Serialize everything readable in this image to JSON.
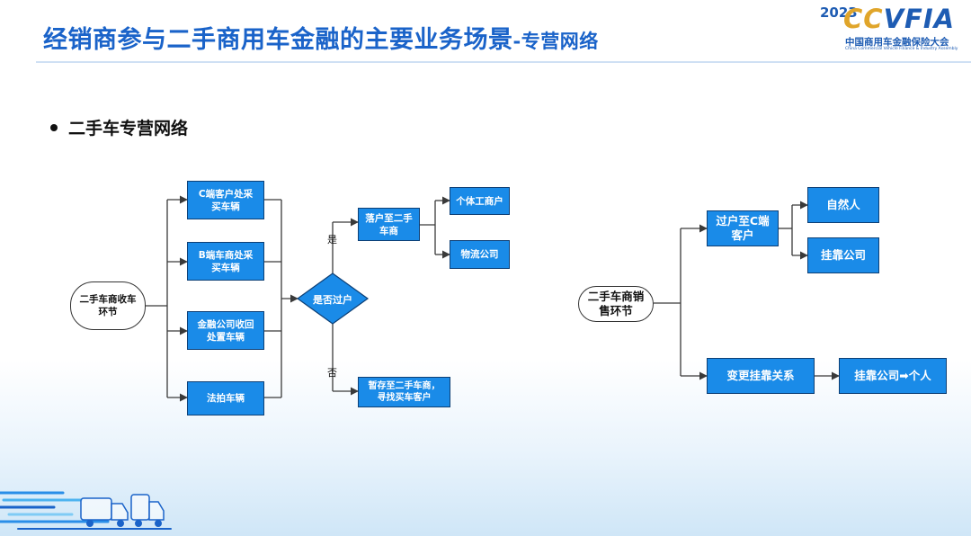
{
  "header": {
    "title": "经销商参与二手商用车金融的主要业务场景",
    "title_suffix": "-专营网络"
  },
  "logo": {
    "year": "2023",
    "word_a": "CC",
    "word_b": "VFIA",
    "cn": "中国商用车金融保险大会",
    "en": "China Commercial Vehicle Finance & Industry Assembly"
  },
  "section": {
    "bullet": "二手车专营网络"
  },
  "left_flow": {
    "start": "二手车商收车\n环节",
    "sources": [
      "C端客户处采\n买车辆",
      "B端车商处采\n买车辆",
      "金融公司收回\n处置车辆",
      "法拍车辆"
    ],
    "decision": "是否过户",
    "yes_label": "是",
    "no_label": "否",
    "yes_node": "落户至二手\n车商",
    "yes_children": [
      "个体工商户",
      "物流公司"
    ],
    "no_node": "暂存至二手车商，\n寻找买车客户"
  },
  "right_flow": {
    "start": "二手车商销\n售环节",
    "transfer_node": "过户至C端\n客户",
    "transfer_children": [
      "自然人",
      "挂靠公司"
    ],
    "change_node": "变更挂靠关系",
    "change_result": "挂靠公司➡个人"
  },
  "colors": {
    "title": "#1a63c9",
    "box_fill": "#1a8be8",
    "box_border": "#0d3f75",
    "line": "#3a3a3a"
  }
}
